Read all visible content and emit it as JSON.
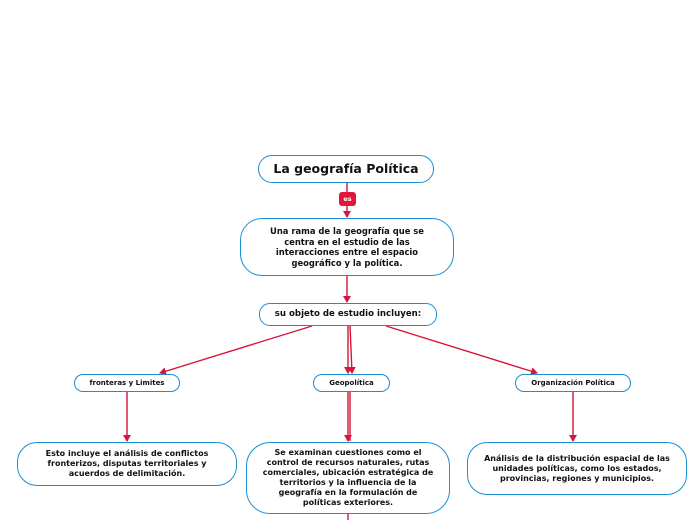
{
  "nodes": {
    "title": "La geografía Política",
    "definition": "Una rama de la geografía que se centra en el estudio de las interacciones entre el espacio geográfico y la política.",
    "objective": "su objeto de estudio incluyen:",
    "branch_fronteras": "fronteras y Limites",
    "branch_geopolitica": "Geopolítica",
    "branch_organizacion": "Organización Política",
    "leaf_fronteras": "Esto incluye el análisis de conflictos fronterizos, disputas territoriales y acuerdos de delimitación.",
    "leaf_geopolitica": "Se examinan cuestiones como el control de recursos naturales, rutas comerciales, ubicación estratégica de territorios y la influencia de la geografía en la formulación de políticas exteriores.",
    "leaf_organizacion": "Análisis de la distribución espacial de las unidades políticas, como los estados, provincias, regiones y municipios."
  },
  "connector_label": "es",
  "colors": {
    "node_border": "#1a8fd1",
    "connector": "#d6153a",
    "badge": "#e0163c"
  }
}
